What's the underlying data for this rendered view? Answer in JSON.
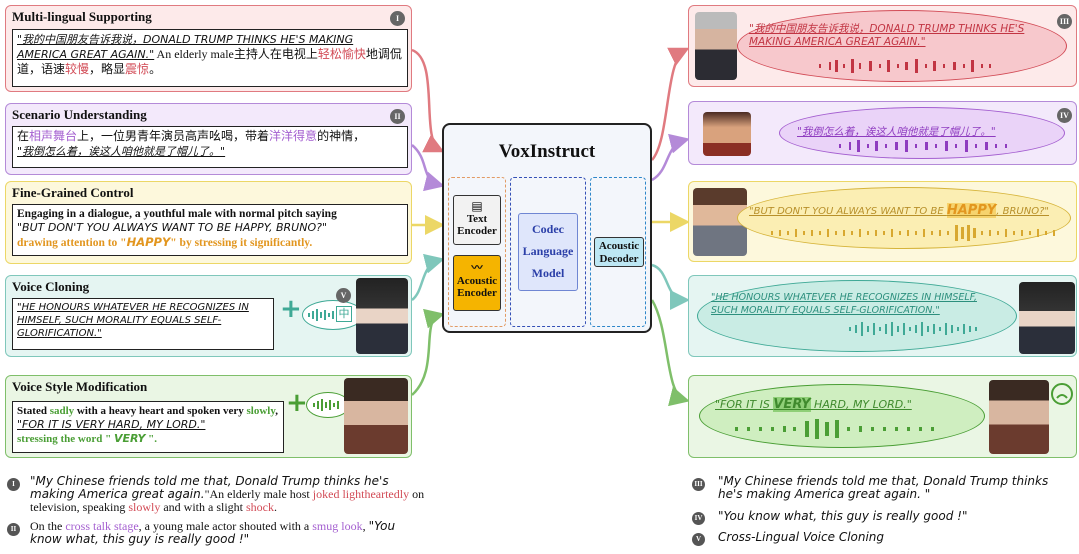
{
  "colors": {
    "red": "#e07a80",
    "purple": "#b48ad8",
    "yellow": "#ecd766",
    "teal": "#7fc7bb",
    "green": "#7fbf6a"
  },
  "left_panels": {
    "multilingual": {
      "title": "Multi-lingual Supporting",
      "badge": "I",
      "quote": "\"我的中国朋友告诉我说，DONALD TRUMP THINKS HE'S MAKING AMERICA GREAT AGAIN.\"",
      "desc_a": " An elderly male主持人在电视上",
      "desc_b": "轻松愉快",
      "desc_c": "地调侃道，语速",
      "desc_d": "较慢",
      "desc_e": "，略显",
      "desc_f": "震惊",
      "desc_g": "。"
    },
    "scenario": {
      "title": "Scenario Understanding",
      "badge": "II",
      "text_a": "在",
      "text_b": "相声舞台",
      "text_c": "上，一位男青年演员高声吆喝，带着",
      "text_d": "洋洋得意",
      "text_e": "的神情，",
      "quote": "\"我倒怎么着，诶这人咱他就是了帽儿了。\""
    },
    "finegrained": {
      "title": "Fine-Grained Control",
      "line1": "Engaging in a dialogue, a youthful male with normal pitch saying",
      "quote": "\"BUT DON'T YOU ALWAYS WANT TO BE HAPPY, BRUNO?\"",
      "line3a": "drawing attention to \"",
      "line3b": "HAPPY",
      "line3c": "\" by stressing it significantly."
    },
    "cloning": {
      "title": "Voice Cloning",
      "badge": "V",
      "quote": "\"HE HONOURS WHATEVER HE RECOGNIZES IN HIMSELF, SUCH MORALITY EQUALS SELF-GLORIFICATION.\"",
      "zh_char": "中"
    },
    "style": {
      "title": "Voice Style Modification",
      "t1": "Stated ",
      "t2": "sadly",
      "t3": " with a heavy heart and spoken very ",
      "t4": "slowly",
      "t5": ", ",
      "quote": "\"FOR IT IS VERY HARD, MY LORD.\"",
      "t6": "stressing the word \" ",
      "t7": "VERY",
      "t8": " \"."
    }
  },
  "center": {
    "title": "VoxInstruct",
    "text_encoder": "Text Encoder",
    "acoustic_encoder": "Acoustic Encoder",
    "codec_lm": "Codec Language Model",
    "acoustic_decoder": "Acoustic Decoder"
  },
  "right_panels": {
    "r1": {
      "badge": "III",
      "quote": "\"我的中国朋友告诉我说，DONALD TRUMP THINKS HE'S MAKING AMERICA GREAT AGAIN.\""
    },
    "r2": {
      "badge": "IV",
      "quote": "\"我倒怎么着，诶这人咱他就是了帽儿了。\""
    },
    "r3": {
      "quote_a": "\"BUT DON'T YOU ALWAYS WANT TO BE ",
      "quote_b": "HAPPY",
      "quote_c": ", BRUNO?\""
    },
    "r4": {
      "quote": "\"HE HONOURS WHATEVER HE RECOGNIZES IN HIMSELF, SUCH MORALITY EQUALS SELF-GLORIFICATION.\""
    },
    "r5": {
      "quote_a": "\"FOR IT IS ",
      "quote_b": "VERY",
      "quote_c": " HARD, MY LORD.\""
    }
  },
  "footnotes": {
    "f1": {
      "badge": "I",
      "a": "\"My Chinese friends told me that, Donald Trump thinks he's making America great again.",
      "b": "\"An elderly male host ",
      "c": "joked lightheartedly",
      "d": " on television, speaking ",
      "e": "slowly",
      "f": " and with a slight ",
      "g": "shock",
      "h": "."
    },
    "f2": {
      "badge": "II",
      "a": "On the ",
      "b": "cross talk stage",
      "c": ", a young male actor shouted with a ",
      "d": "smug look",
      "e": ", ",
      "f": "\"You know what, this guy is really good !\""
    },
    "f3": {
      "badge": "III",
      "text": "\"My Chinese friends told me that, Donald Trump thinks he's making America great again. \""
    },
    "f4": {
      "badge": "IV",
      "text": "\"You know what, this guy is really good !\""
    },
    "f5": {
      "badge": "V",
      "text": "Cross-Lingual Voice Cloning"
    }
  }
}
